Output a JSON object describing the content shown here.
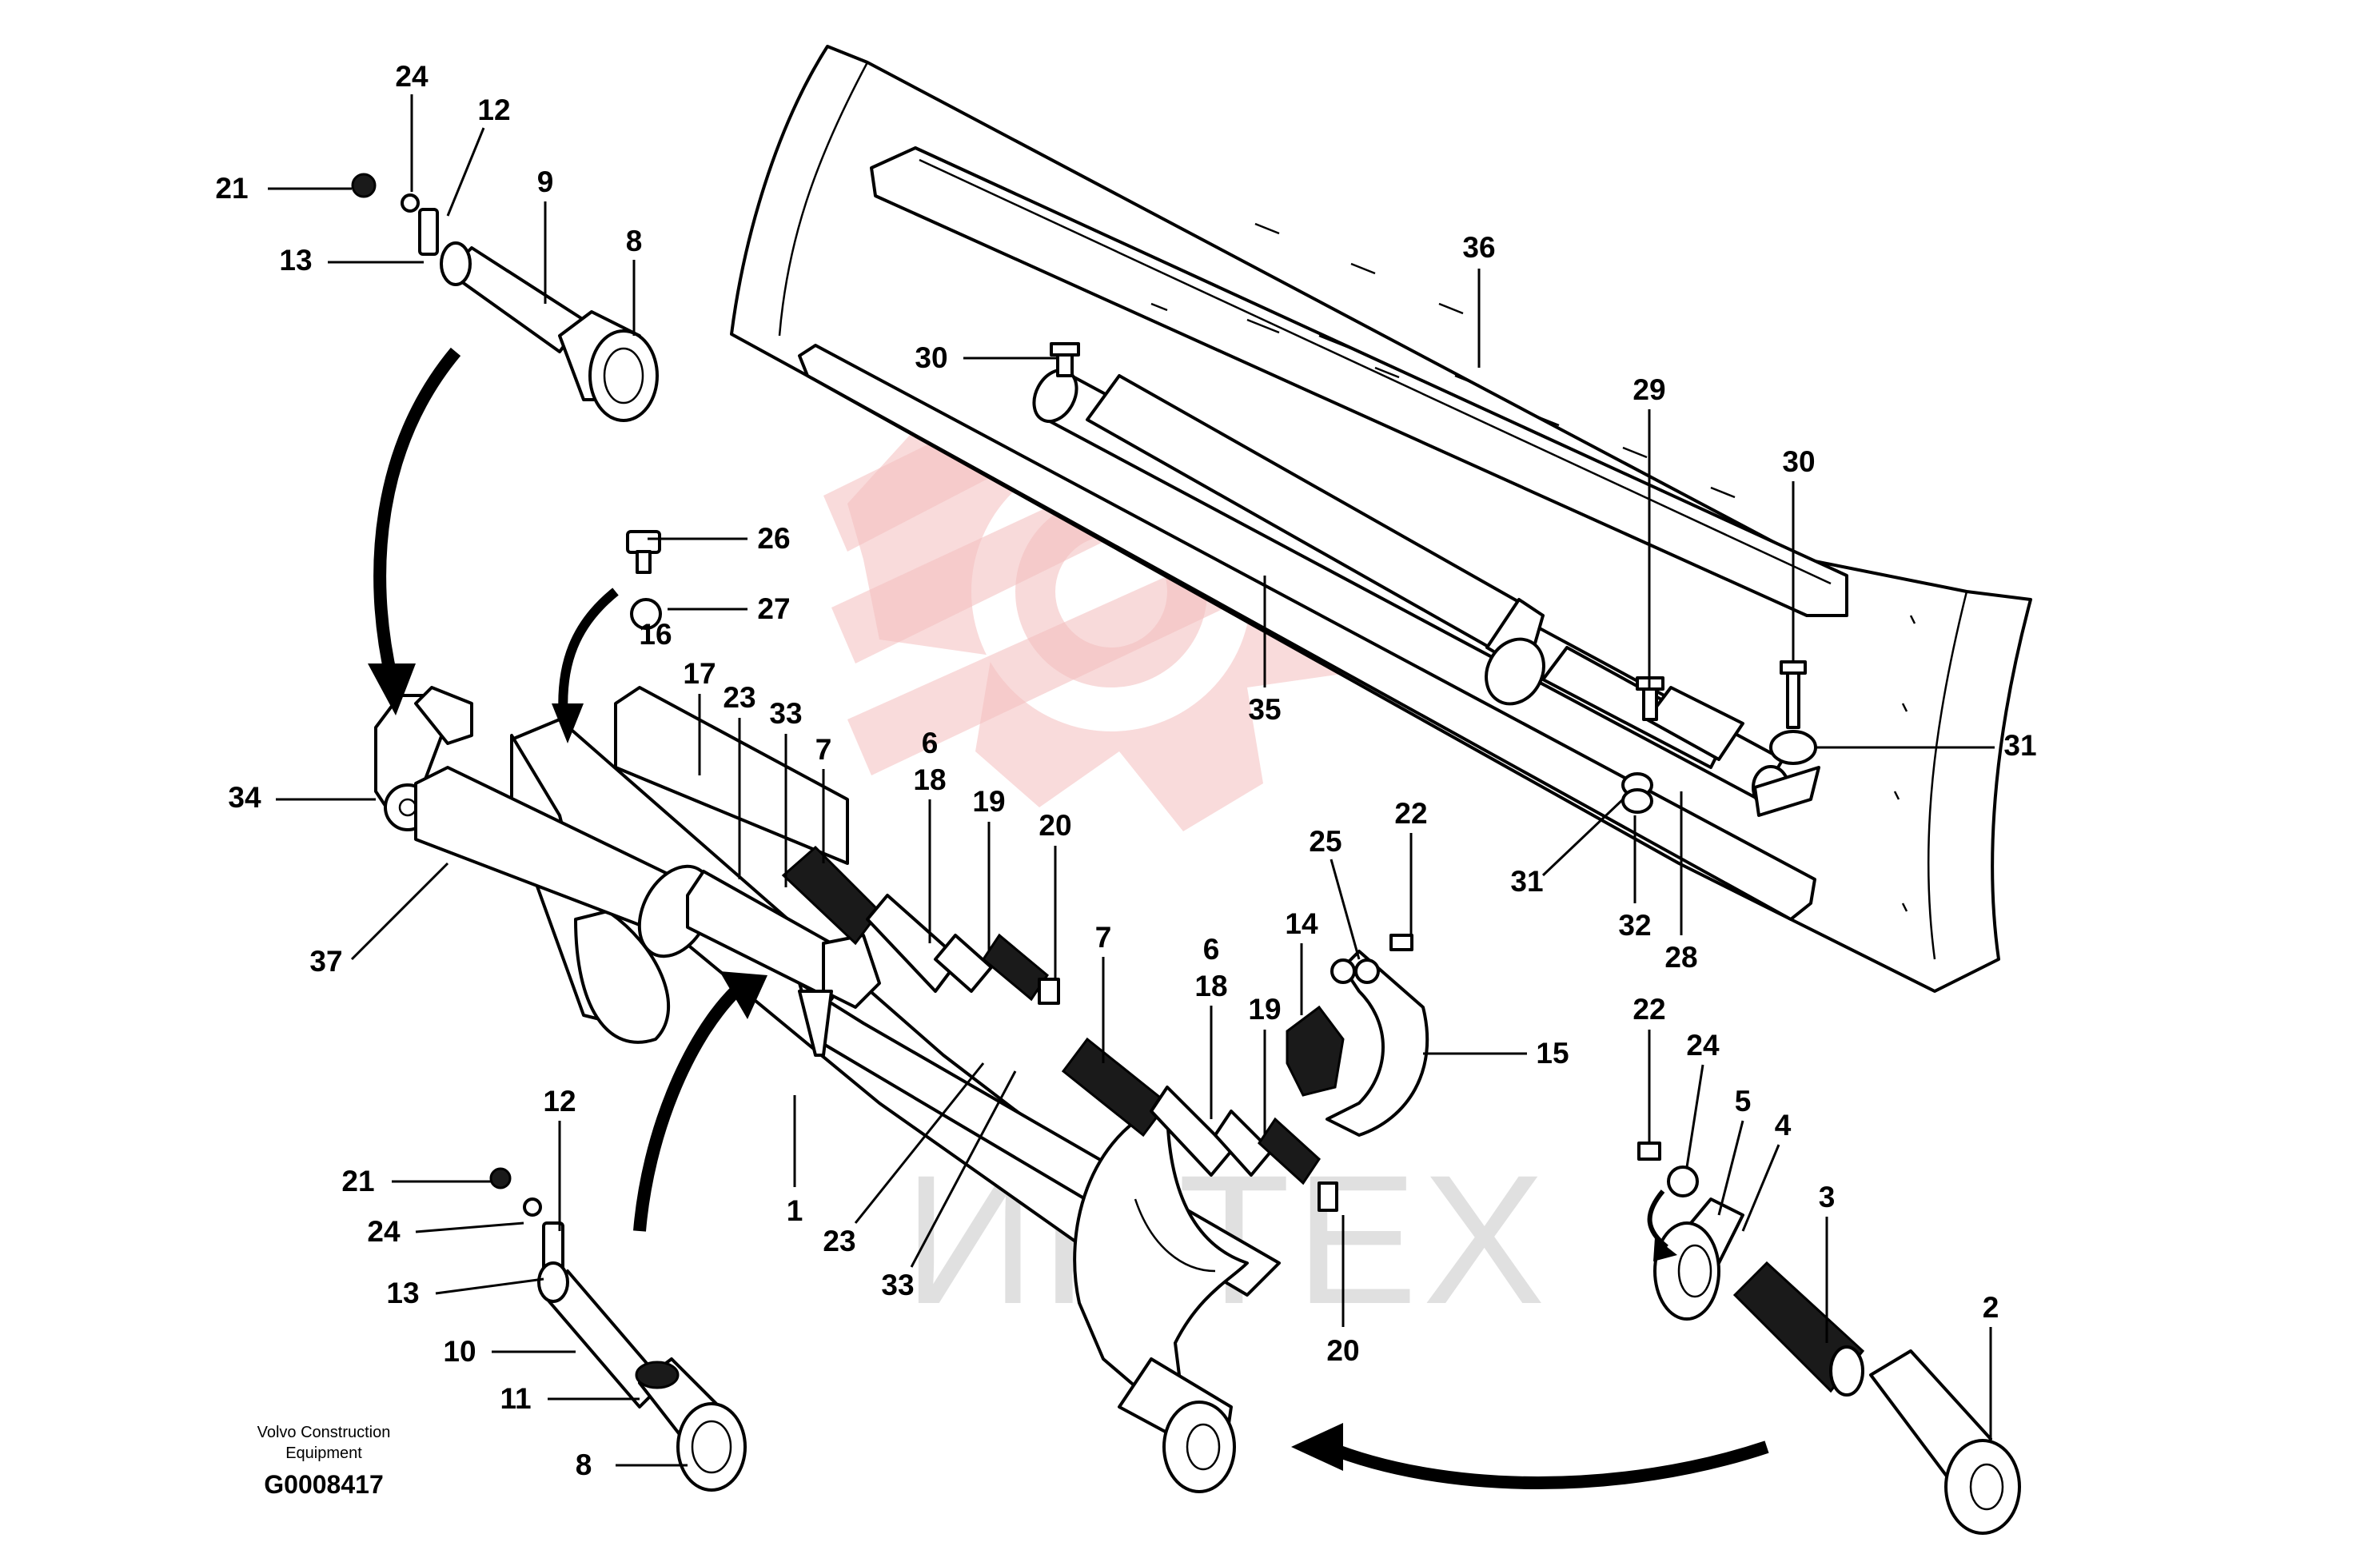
{
  "caption": {
    "maker_line1": "Volvo Construction",
    "maker_line2": "Equipment",
    "code": "G0008417"
  },
  "watermark": {
    "text": "ИНТЕХ",
    "gear_color": "#f2b6b6",
    "text_color": "#e0e0e0"
  },
  "callouts": [
    {
      "id": "c24a",
      "label": "24"
    },
    {
      "id": "c12a",
      "label": "12"
    },
    {
      "id": "c21a",
      "label": "21"
    },
    {
      "id": "c9",
      "label": "9"
    },
    {
      "id": "c8a",
      "label": "8"
    },
    {
      "id": "c13a",
      "label": "13"
    },
    {
      "id": "c36",
      "label": "36"
    },
    {
      "id": "c30a",
      "label": "30"
    },
    {
      "id": "c29",
      "label": "29"
    },
    {
      "id": "c30b",
      "label": "30"
    },
    {
      "id": "c26",
      "label": "26"
    },
    {
      "id": "c27",
      "label": "27"
    },
    {
      "id": "c16",
      "label": "16"
    },
    {
      "id": "c17",
      "label": "17"
    },
    {
      "id": "c23a",
      "label": "23"
    },
    {
      "id": "c33a",
      "label": "33"
    },
    {
      "id": "c7a",
      "label": "7"
    },
    {
      "id": "c6a",
      "label": "6"
    },
    {
      "id": "c18a",
      "label": "18"
    },
    {
      "id": "c19a",
      "label": "19"
    },
    {
      "id": "c20a",
      "label": "20"
    },
    {
      "id": "c35",
      "label": "35"
    },
    {
      "id": "c31a",
      "label": "31"
    },
    {
      "id": "c34",
      "label": "34"
    },
    {
      "id": "c37",
      "label": "37"
    },
    {
      "id": "c22a",
      "label": "22"
    },
    {
      "id": "c25",
      "label": "25"
    },
    {
      "id": "c31b",
      "label": "31"
    },
    {
      "id": "c32",
      "label": "32"
    },
    {
      "id": "c28",
      "label": "28"
    },
    {
      "id": "c14",
      "label": "14"
    },
    {
      "id": "c7b",
      "label": "7"
    },
    {
      "id": "c6b",
      "label": "6"
    },
    {
      "id": "c18b",
      "label": "18"
    },
    {
      "id": "c19b",
      "label": "19"
    },
    {
      "id": "c15",
      "label": "15"
    },
    {
      "id": "c22b",
      "label": "22"
    },
    {
      "id": "c24b",
      "label": "24"
    },
    {
      "id": "c5",
      "label": "5"
    },
    {
      "id": "c4",
      "label": "4"
    },
    {
      "id": "c3",
      "label": "3"
    },
    {
      "id": "c12b",
      "label": "12"
    },
    {
      "id": "c21b",
      "label": "21"
    },
    {
      "id": "c24c",
      "label": "24"
    },
    {
      "id": "c1",
      "label": "1"
    },
    {
      "id": "c13b",
      "label": "13"
    },
    {
      "id": "c23b",
      "label": "23"
    },
    {
      "id": "c33b",
      "label": "33"
    },
    {
      "id": "c20b",
      "label": "20"
    },
    {
      "id": "c2",
      "label": "2"
    },
    {
      "id": "c10",
      "label": "10"
    },
    {
      "id": "c11",
      "label": "11"
    },
    {
      "id": "c8b",
      "label": "8"
    }
  ]
}
